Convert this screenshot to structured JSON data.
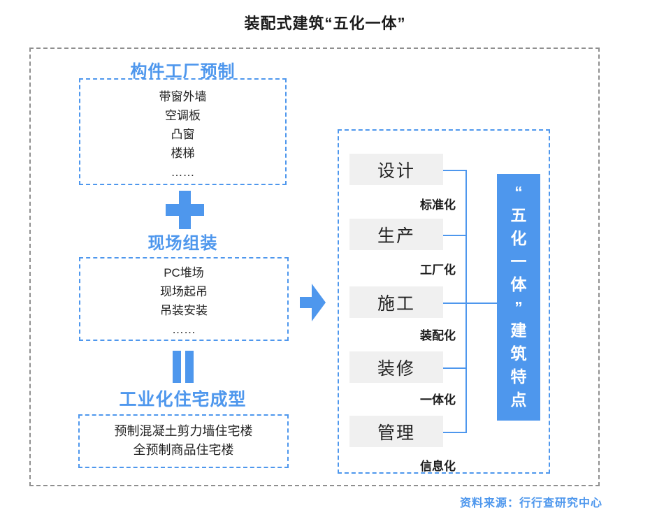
{
  "title": "装配式建筑“五化一体”",
  "left_flow": {
    "step1": {
      "heading": "构件工厂预制",
      "items": [
        "带窗外墙",
        "空调板",
        "凸窗",
        "楼梯",
        "……"
      ]
    },
    "step2": {
      "heading": "现场组装",
      "items": [
        "PC堆场",
        "现场起吊",
        "吊装安装",
        "……"
      ]
    },
    "step3": {
      "heading": "工业化住宅成型",
      "items": [
        "预制混凝土剪力墙住宅楼",
        "全预制商品住宅楼"
      ]
    }
  },
  "right_panel": {
    "stages": [
      {
        "label": "设计",
        "suffix": "标准化"
      },
      {
        "label": "生产",
        "suffix": "工厂化"
      },
      {
        "label": "施工",
        "suffix": "装配化"
      },
      {
        "label": "装修",
        "suffix": "一体化"
      },
      {
        "label": "管理",
        "suffix": "信息化"
      }
    ],
    "result_text": "“五化一体”建筑特点"
  },
  "source": "资料来源：行行查研究中心",
  "colors": {
    "accent": "#4E97ED",
    "stage_fill": "#F0F0F0",
    "frame_gray": "#8F8F8F"
  },
  "icons": {
    "plus": "+",
    "equals": "=",
    "arrow": "→"
  }
}
